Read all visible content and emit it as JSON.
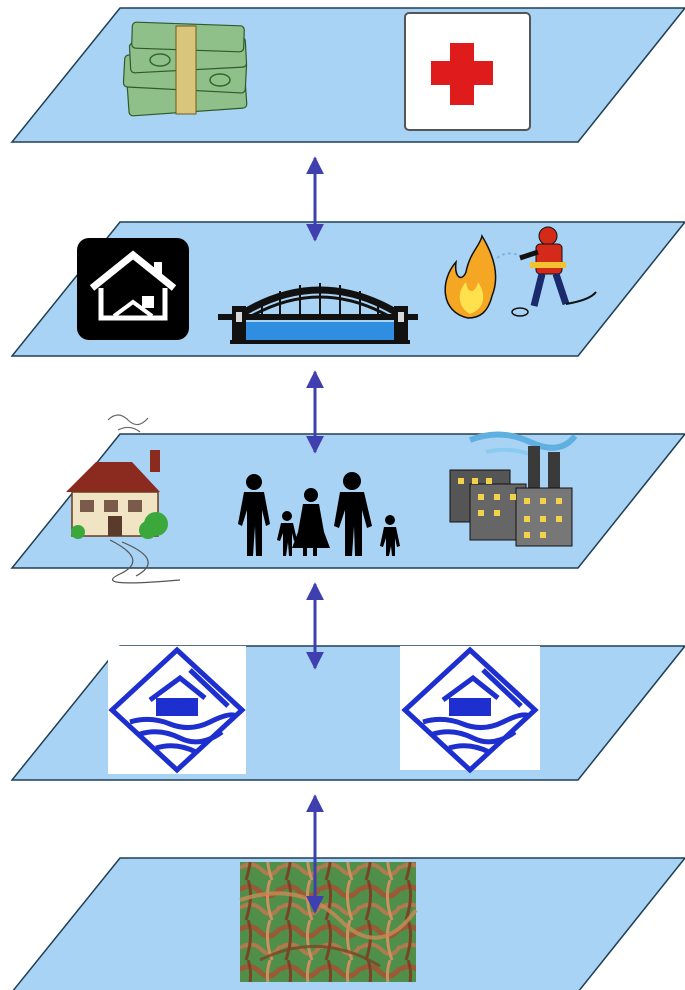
{
  "colors": {
    "layer_fill": "#a9d3f5",
    "layer_stroke": "#1f3f55",
    "arrow": "#3f3fb0",
    "money": "#8fc08a",
    "red_cross": "#e01b1b",
    "fire_orange": "#f5a623",
    "fire_yellow": "#ffe14d",
    "firefighter_red": "#d42a1a",
    "flood_blue": "#1e2fd0",
    "house_roof": "#8b2b1f",
    "house_wall": "#f1e4c4",
    "tree_green": "#3aa83a",
    "terrain_green": "#4f8f4a",
    "terrain_brown": "#9a5a35"
  },
  "layers": [
    {
      "id": "resources",
      "icons": [
        "money-stack-icon",
        "red-cross-icon"
      ]
    },
    {
      "id": "infrastructure",
      "icons": [
        "housing-icon",
        "bridge-icon",
        "firefighter-icon"
      ]
    },
    {
      "id": "society",
      "icons": [
        "house-icon",
        "family-icon",
        "factory-icon"
      ]
    },
    {
      "id": "hazard",
      "icons": [
        "flood-warning-icon",
        "flood-warning-icon"
      ]
    },
    {
      "id": "terrain",
      "icons": [
        "terrain-map-icon"
      ]
    }
  ],
  "connections": [
    {
      "from": "resources",
      "to": "infrastructure",
      "type": "bidirectional"
    },
    {
      "from": "infrastructure",
      "to": "society",
      "type": "bidirectional"
    },
    {
      "from": "society",
      "to": "hazard",
      "type": "bidirectional"
    },
    {
      "from": "hazard",
      "to": "terrain",
      "type": "bidirectional"
    }
  ]
}
